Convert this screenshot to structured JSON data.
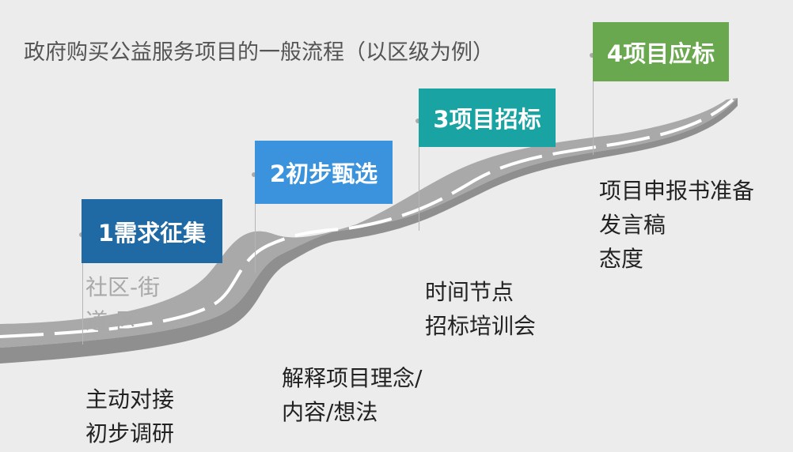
{
  "title": "政府购买公益服务项目的一般流程（以区级为例）",
  "steps": [
    {
      "label": "1需求征集",
      "color": "#1f6aa5"
    },
    {
      "label": "2初步甄选",
      "color": "#3a93dc"
    },
    {
      "label": "3项目招标",
      "color": "#1aa3a3"
    },
    {
      "label": "4项目应标",
      "color": "#6aa84f"
    }
  ],
  "notes": {
    "step1_above": [
      "社区-街",
      "道-区"
    ],
    "step1_below": [
      "主动对接",
      "初步调研"
    ],
    "step2_below": [
      "解释项目理念/",
      "内容/想法"
    ],
    "step3_below": [
      "时间节点",
      "招标培训会"
    ],
    "step4_below": [
      "项目申报书准备",
      "发言稿",
      "态度"
    ]
  },
  "colors": {
    "road": "#a9a9a9",
    "road_edge": "#8f8f8f",
    "lane": "#ffffff"
  }
}
